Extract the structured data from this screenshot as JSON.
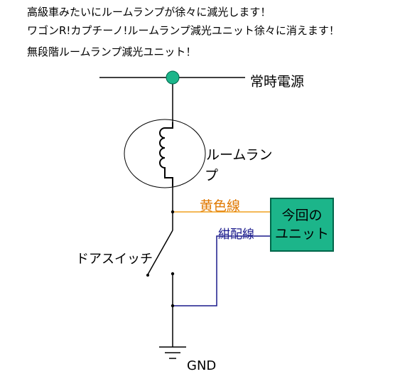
{
  "header": {
    "line1": "高級車みたいにルームランプが徐々に減光します！",
    "line2": "ワゴンR!カプチーノ!ルームランプ減光ユニット徐々に消えます！",
    "line3": "無段階ルームランプ減光ユニット！"
  },
  "diagram": {
    "power_label": "常時電源",
    "lamp_label_1": "ルームラン",
    "lamp_label_2": "プ",
    "yellow_wire_label": "黄色線",
    "navy_wire_label": "紺配線",
    "unit_line1": "今回の",
    "unit_line2": "ユニット",
    "switch_label": "ドアスイッチ",
    "ground_label": "GND"
  },
  "colors": {
    "yellow_wire": "#f0a020",
    "yellow_text": "#e07800",
    "navy_wire": "#1a1a8c",
    "unit_fill": "#1cb58a",
    "node": "#1cb58a"
  }
}
